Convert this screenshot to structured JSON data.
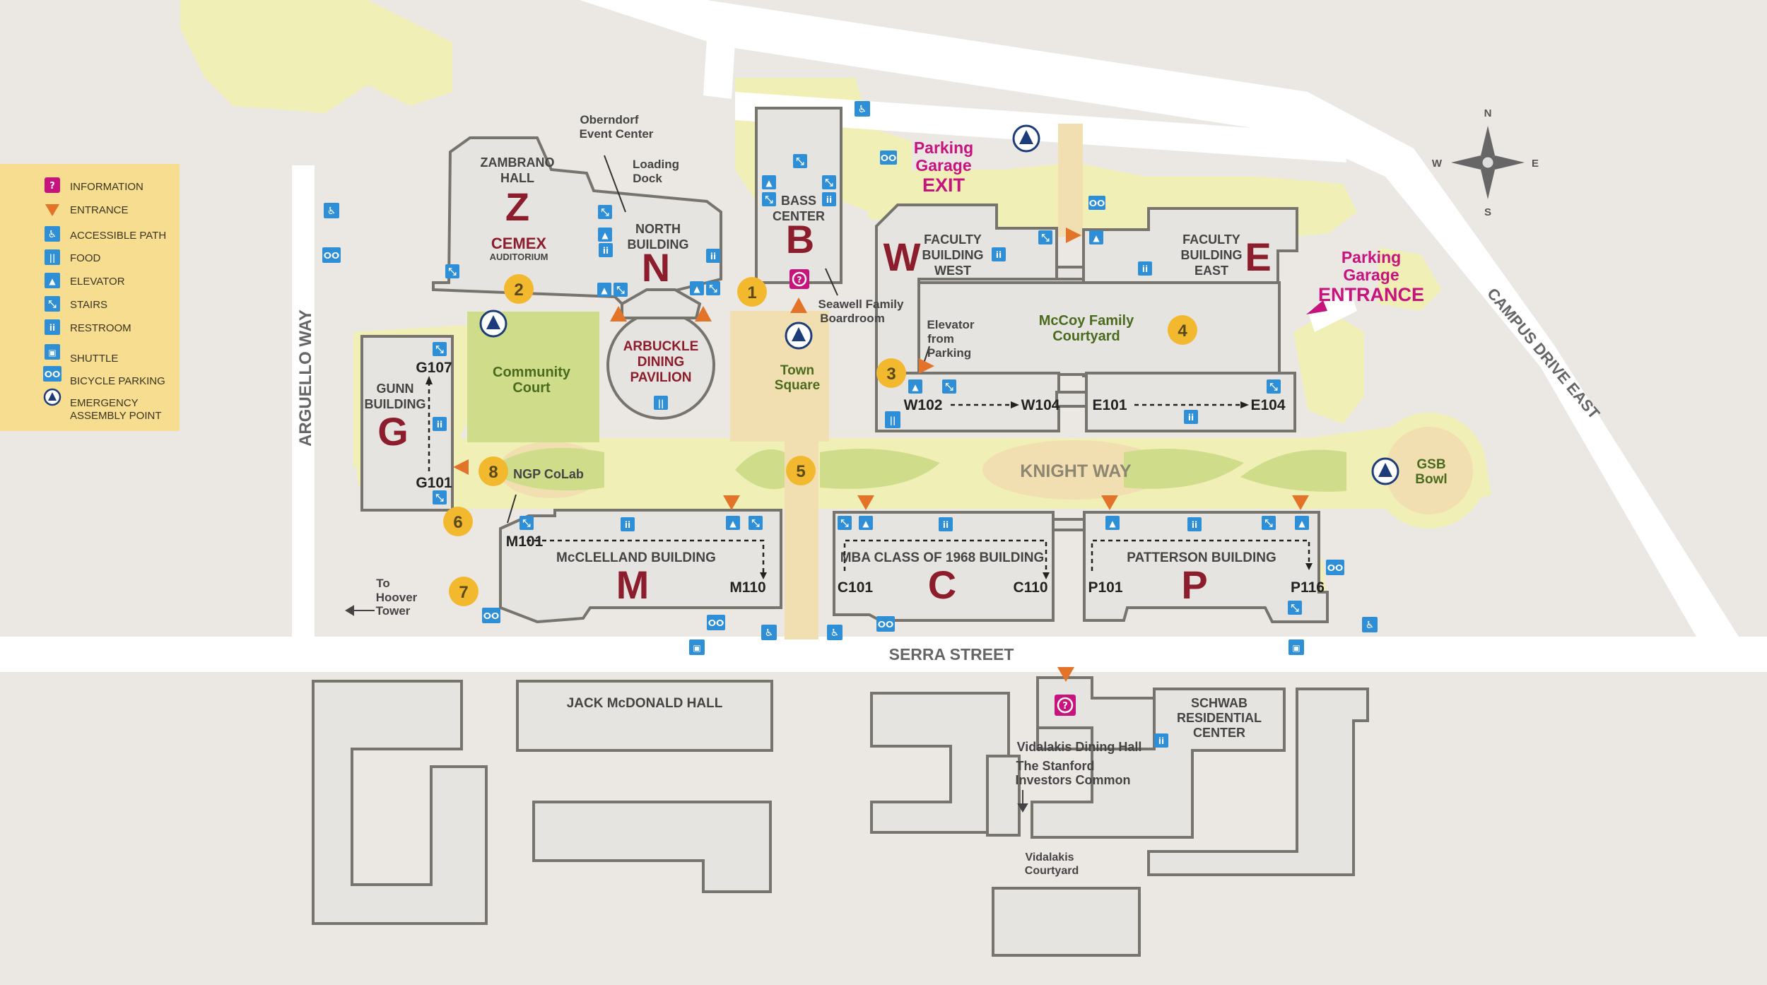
{
  "legend": {
    "items": [
      {
        "label": "INFORMATION",
        "icon": "information-icon"
      },
      {
        "label": "ENTRANCE",
        "icon": "entrance-icon"
      },
      {
        "label": "ACCESSIBLE PATH",
        "icon": "accessible-path-icon"
      },
      {
        "label": "FOOD",
        "icon": "food-icon"
      },
      {
        "label": "ELEVATOR",
        "icon": "elevator-icon"
      },
      {
        "label": "STAIRS",
        "icon": "stairs-icon"
      },
      {
        "label": "RESTROOM",
        "icon": "restroom-icon"
      },
      {
        "label": "SHUTTLE",
        "icon": "shuttle-icon"
      },
      {
        "label": "BICYCLE PARKING",
        "icon": "bicycle-parking-icon"
      },
      {
        "label": "EMERGENCY",
        "icon": "emergency-assembly-icon"
      },
      {
        "label": "ASSEMBLY POINT",
        "icon": ""
      }
    ]
  },
  "streets": {
    "arguello": "ARGUELLO WAY",
    "serra": "SERRA STREET",
    "campus_drive": "CAMPUS DRIVE EAST",
    "knight": "KNIGHT WAY"
  },
  "compass": {
    "n": "N",
    "s": "S",
    "e": "E",
    "w": "W"
  },
  "parking": {
    "exit_1": "Parking",
    "exit_2": "Garage",
    "exit_3": "EXIT",
    "entr_1": "Parking",
    "entr_2": "Garage",
    "entr_3": "ENTRANCE"
  },
  "buildings": {
    "zambrano_1": "ZAMBRANO",
    "zambrano_2": "HALL",
    "z": "Z",
    "cemex": "CEMEX",
    "auditorium": "AUDITORIUM",
    "oberndorf_1": "Oberndorf",
    "oberndorf_2": "Event Center",
    "loading_1": "Loading",
    "loading_2": "Dock",
    "north_1": "NORTH",
    "north_2": "BUILDING",
    "n": "N",
    "bass_1": "BASS",
    "bass_2": "CENTER",
    "b": "B",
    "seawell_1": "Seawell Family",
    "seawell_2": "Boardroom",
    "arbuckle_1": "ARBUCKLE",
    "arbuckle_2": "DINING",
    "arbuckle_3": "PAVILION",
    "community_1": "Community",
    "community_2": "Court",
    "town_1": "Town",
    "town_2": "Square",
    "fbw_1": "FACULTY",
    "fbw_2": "BUILDING",
    "fbw_3": "WEST",
    "w": "W",
    "fbe_1": "FACULTY",
    "fbe_2": "BUILDING",
    "fbe_3": "EAST",
    "e": "E",
    "mccoy_1": "McCoy Family",
    "mccoy_2": "Courtyard",
    "elev_1": "Elevator",
    "elev_2": "from",
    "elev_3": "Parking",
    "gunn_1": "GUNN",
    "gunn_2": "BUILDING",
    "g": "G",
    "ngp": "NGP CoLab",
    "gsb_1": "GSB",
    "gsb_2": "Bowl",
    "mcclelland": "McCLELLAND BUILDING",
    "m": "M",
    "mba": "MBA CLASS OF 1968 BUILDING",
    "c": "C",
    "patterson": "PATTERSON BUILDING",
    "p": "P",
    "jack": "JACK McDONALD HALL",
    "schwab_1": "SCHWAB",
    "schwab_2": "RESIDENTIAL",
    "schwab_3": "CENTER",
    "vdh": "Vidalakis Dining Hall",
    "sic_1": "The Stanford",
    "sic_2": "Investors Common",
    "vc_1": "Vidalakis",
    "vc_2": "Courtyard",
    "hoover_1": "To",
    "hoover_2": "Hoover",
    "hoover_3": "Tower"
  },
  "rooms": {
    "g107": "G107",
    "g101": "G101",
    "w102": "W102",
    "w104": "W104",
    "e101": "E101",
    "e104": "E104",
    "m101": "M101",
    "m110": "M110",
    "c101": "C101",
    "c110": "C110",
    "p101": "P101",
    "p116": "P116"
  },
  "markers": [
    "1",
    "2",
    "3",
    "4",
    "5",
    "6",
    "7",
    "8"
  ],
  "colors": {
    "maroon": "#8c1d2c",
    "magenta": "#c8127d",
    "road": "#ffffff",
    "ground": "#ebe8e4",
    "green": "#f0efb5",
    "lawn": "#cfdd8a",
    "sand": "#f2dfb1",
    "marker": "#f2b92f",
    "icon_blue": "#2f8fd6",
    "legend_bg": "#f7dd8f",
    "entrance": "#e4732a",
    "building": "#e6e4e0"
  }
}
